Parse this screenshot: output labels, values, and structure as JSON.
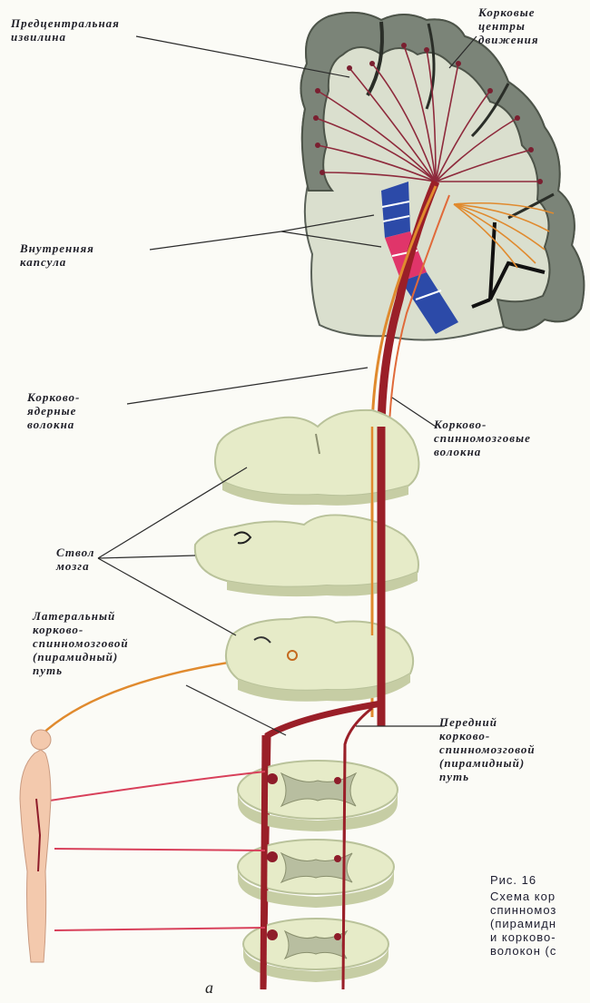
{
  "labels": {
    "precentral_gyrus": "Предцентральная\nизвилина",
    "motor_centers": "Корковые\nцентры\nдвижения",
    "internal_capsule": "Внутренняя\nкапсула",
    "corticonuclear": "Корково-\nядерные\nволокна",
    "corticospinal": "Корково-\nспинномозговые\nволокна",
    "brainstem": "Ствол\nмозга",
    "lateral_tract": "Латеральный\nкорково-\nспинномозговой\n(пирамидный)\nпуть",
    "anterior_tract": "Передний\nкорково-\nспинномозговой\n(пирамидный)\nпуть"
  },
  "caption": {
    "title": "Рис. 16",
    "body": "Схема кор\nспинномоз\n(пирамидн\nи корково-\nволокон (с"
  },
  "panel_letter": "а",
  "colors": {
    "cortex": "#7b8478",
    "white_matter": "#dadfce",
    "section_fill": "#e6ebc8",
    "section_edge": "#b9c29a",
    "tract_dark": "#9a1f28",
    "tract_orange": "#e08a2e",
    "tract_pink": "#d8405a",
    "capsule_blue": "#2c4aa8",
    "capsule_pink": "#e0356a",
    "body_figure": "#f3c9ad"
  }
}
